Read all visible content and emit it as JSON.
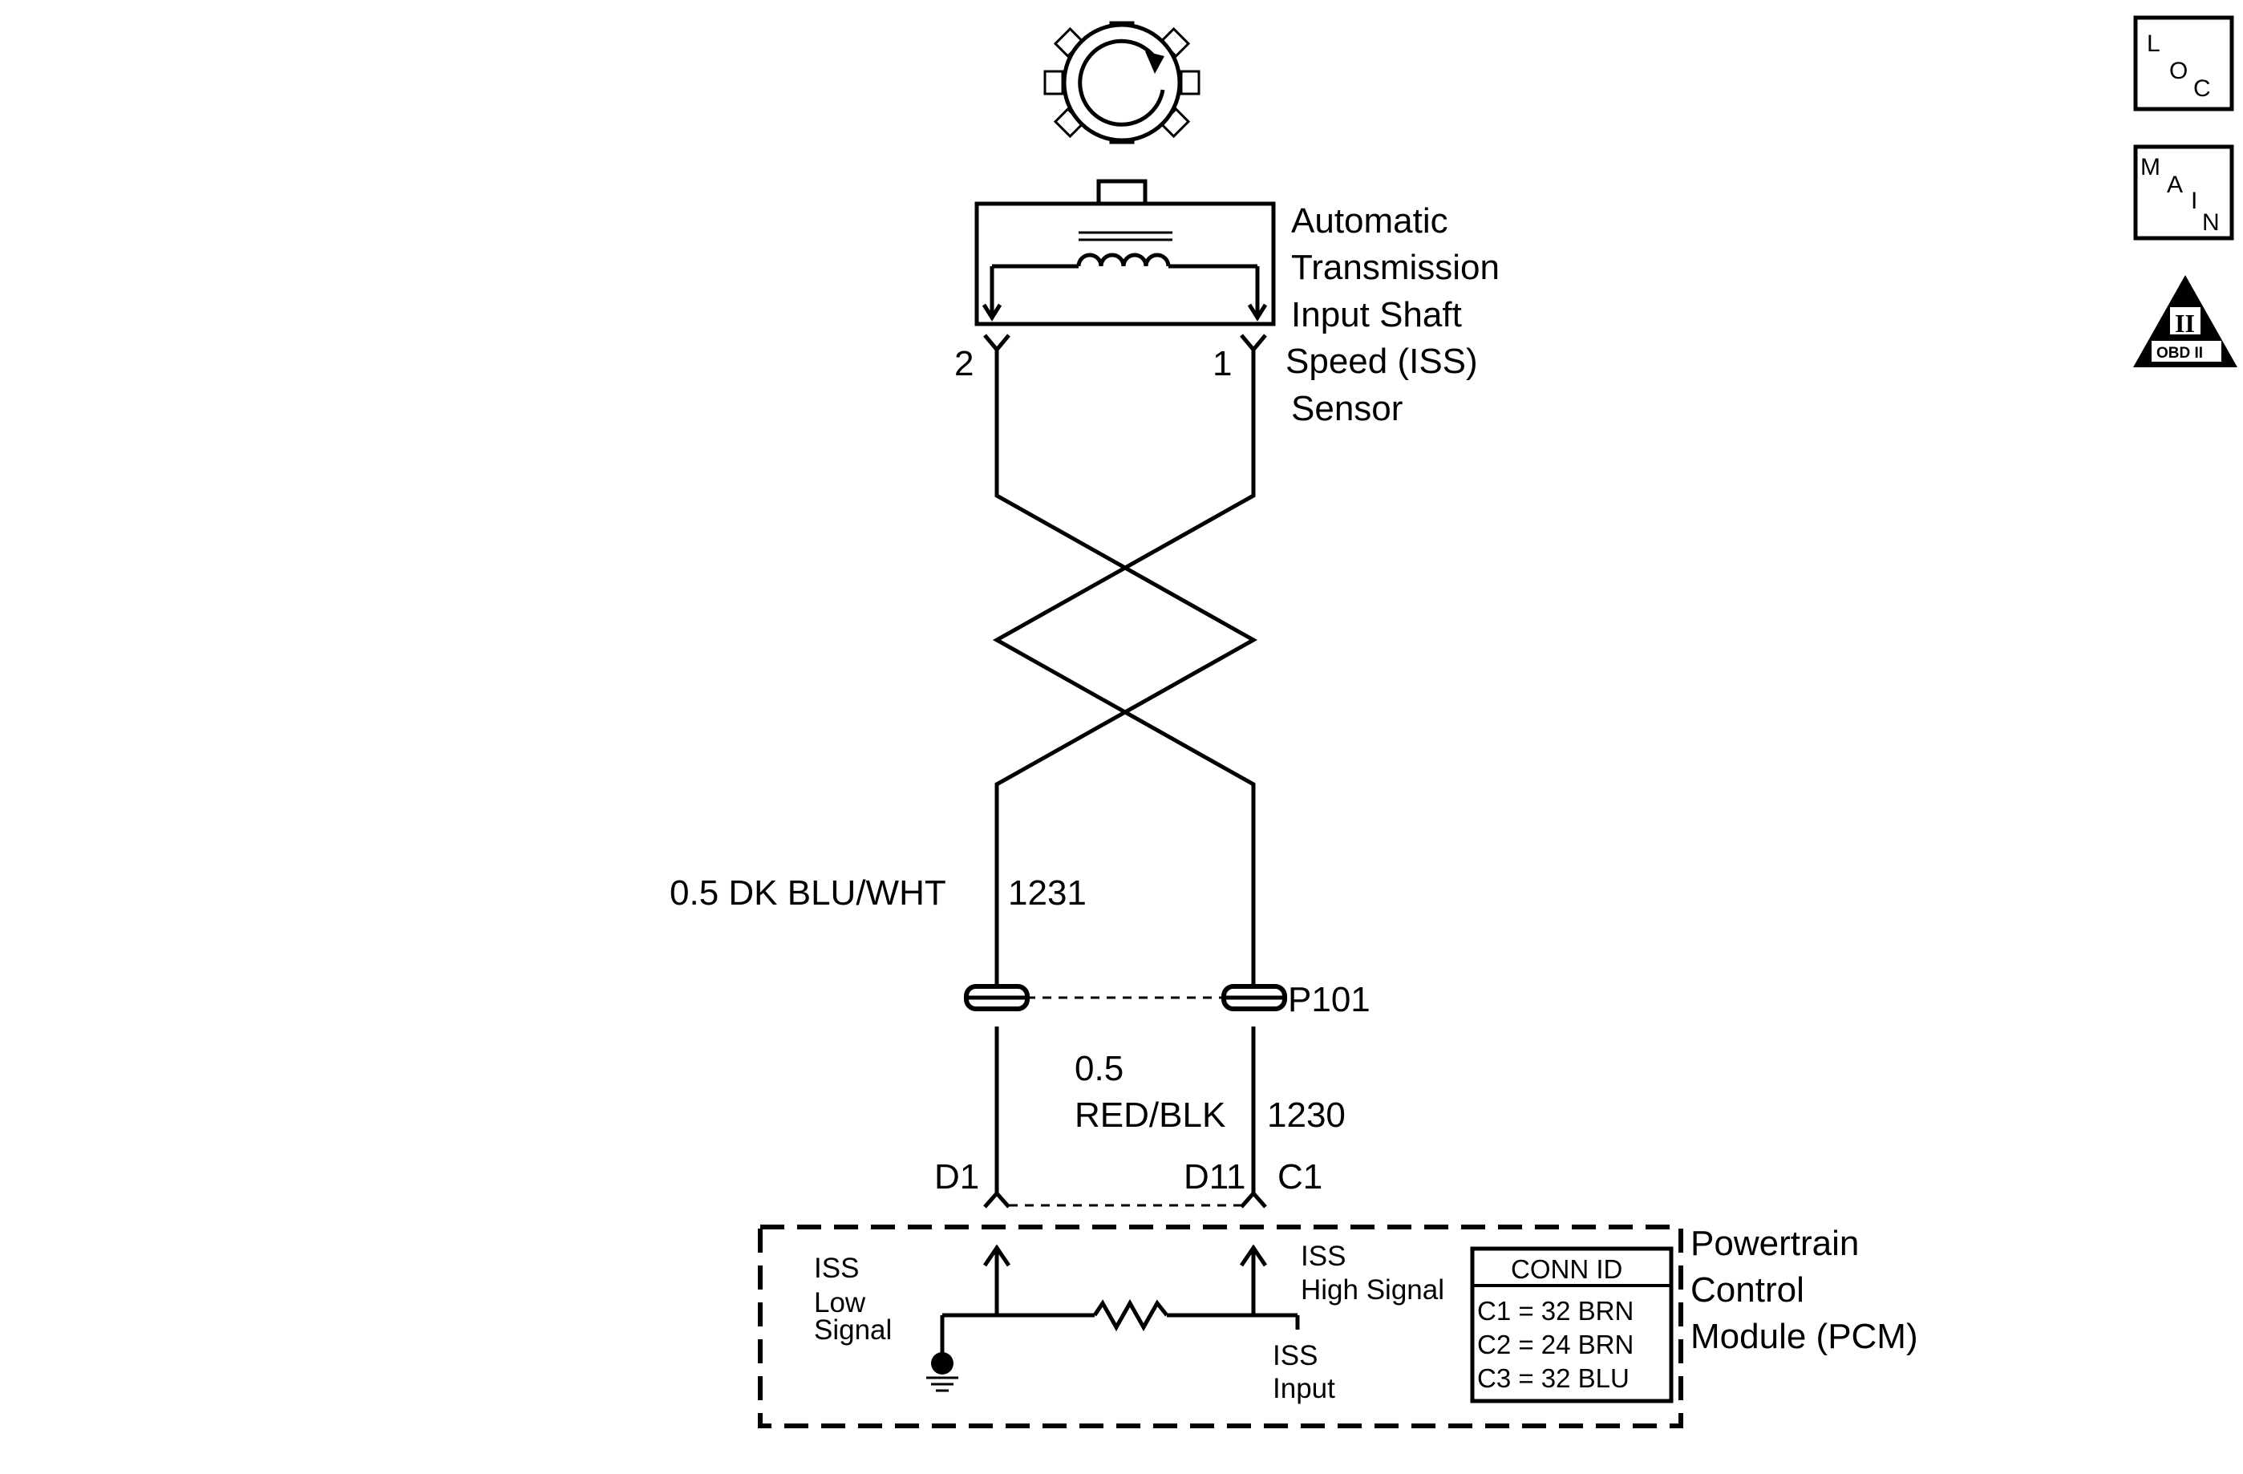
{
  "sensor": {
    "name_lines": [
      "Automatic",
      "Transmission",
      "Input Shaft",
      "Speed (ISS)",
      "Sensor"
    ],
    "pins": {
      "left": "2",
      "right": "1"
    }
  },
  "wires": {
    "low": {
      "gauge_color": "0.5 DK BLU/WHT",
      "circuit": "1231"
    },
    "high": {
      "gauge_line1": "0.5",
      "gauge_line2": "RED/BLK",
      "circuit": "1230"
    }
  },
  "splice": {
    "label": "P101"
  },
  "pcm_pins": {
    "left": "D1",
    "right_1": "D11",
    "right_2": "C1"
  },
  "pcm": {
    "name_lines": [
      "Powertrain",
      "Control",
      "Module (PCM)"
    ],
    "iss_low": [
      "ISS",
      "Low",
      "Signal"
    ],
    "iss_high": [
      "ISS",
      "High Signal"
    ],
    "iss_input": [
      "ISS",
      "Input"
    ],
    "conn_table": {
      "header": "CONN ID",
      "rows": [
        "C1  =  32 BRN",
        "C2  =  24 BRN",
        "C3  =  32 BLU"
      ]
    }
  },
  "nav_icons": {
    "loc": {
      "letters": [
        "L",
        "O",
        "C"
      ],
      "icon": "location-icon"
    },
    "main": {
      "letters": [
        "M",
        "A",
        "I",
        "N"
      ],
      "icon": "main-menu-icon"
    },
    "obd": {
      "numeral": "II",
      "label": "OBD II",
      "icon": "obd-ii-icon"
    }
  }
}
